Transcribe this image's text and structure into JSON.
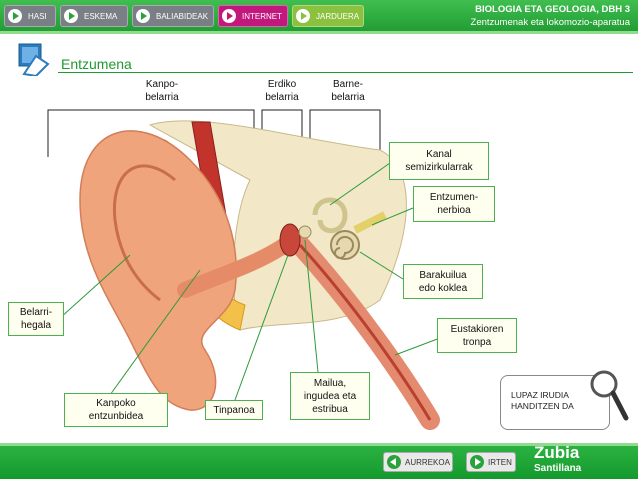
{
  "nav": {
    "hasi": "HASI",
    "eskema": "ESKEMA",
    "baliabideak": "BALIABIDEAK",
    "internet": "INTERNET",
    "jarduera": "JARDUERA"
  },
  "course": {
    "title": "BIOLOGIA ETA GEOLOGIA, DBH 3",
    "subtitle": "Zentzumenak eta lokomozio-aparatua"
  },
  "section": {
    "title": "Entzumena"
  },
  "regions": {
    "outer": [
      "Kanpo-",
      "belarria"
    ],
    "middle": [
      "Erdiko",
      "belarria"
    ],
    "inner": [
      "Barne-",
      "belarria"
    ]
  },
  "labels": {
    "kanal": [
      "Kanal",
      "semizirkularrak"
    ],
    "nerbioa": [
      "Entzumen-",
      "nerbioa"
    ],
    "koklea": [
      "Barakuilua",
      "edo koklea"
    ],
    "eustakio": [
      "Eustakioren",
      "tronpa"
    ],
    "hegala": [
      "Belarri-",
      "hegala"
    ],
    "entzunbidea": [
      "Kanpoko",
      "entzunbidea"
    ],
    "tinpanoa": "Tinpanoa",
    "hezurrak": [
      "Mailua,",
      "ingudea eta",
      "estribua"
    ]
  },
  "magnifier": {
    "text": [
      "LUPAZ IRUDIA",
      "HANDITZEN DA"
    ]
  },
  "footer": {
    "aurrekoa": "AURREKOA",
    "irten": "IRTEN",
    "brand": "Zubia",
    "brand_sub": "Santillana"
  },
  "colors": {
    "accent_green": "#1f9a32",
    "internet_pink": "#c2187d",
    "jarduera_lime": "#8cc13f",
    "skin": "#f0a47c"
  }
}
